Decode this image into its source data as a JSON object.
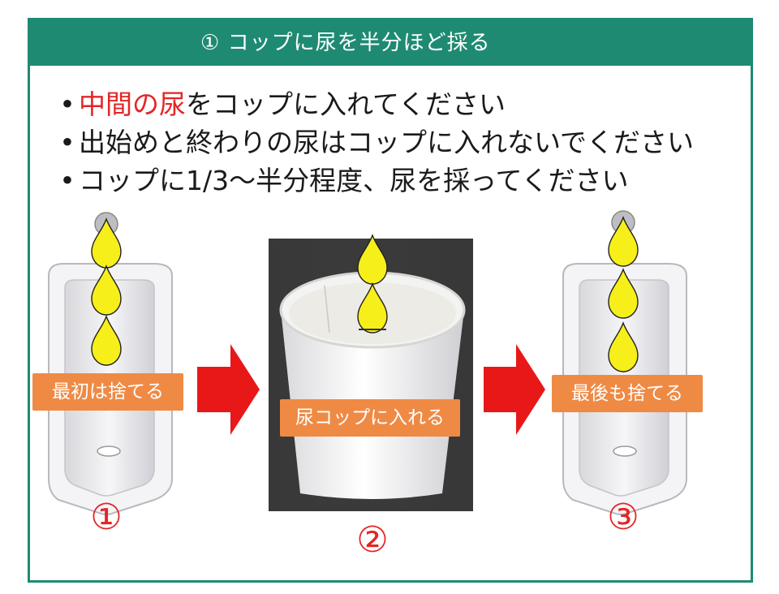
{
  "header": {
    "title": "① コップに尿を半分ほど採る"
  },
  "bullets": [
    {
      "dot": "•",
      "highlight": "中間の尿",
      "rest": "をコップに入れてください"
    },
    {
      "dot": "•",
      "text": "出始めと終わりの尿はコップに入れないでください"
    },
    {
      "dot": "•",
      "text": "コップに1/3～半分程度、尿を採ってください"
    }
  ],
  "steps": [
    {
      "label": "最初は捨てる",
      "number": "①"
    },
    {
      "label": "尿コップに入れる",
      "number": "②"
    },
    {
      "label": "最後も捨てる",
      "number": "③"
    }
  ],
  "colors": {
    "header": "#1f8a72",
    "highlight": "#e32626",
    "label_box": "#ef8a45",
    "arrow": "#e81818",
    "drop": "#f7ef1a"
  }
}
